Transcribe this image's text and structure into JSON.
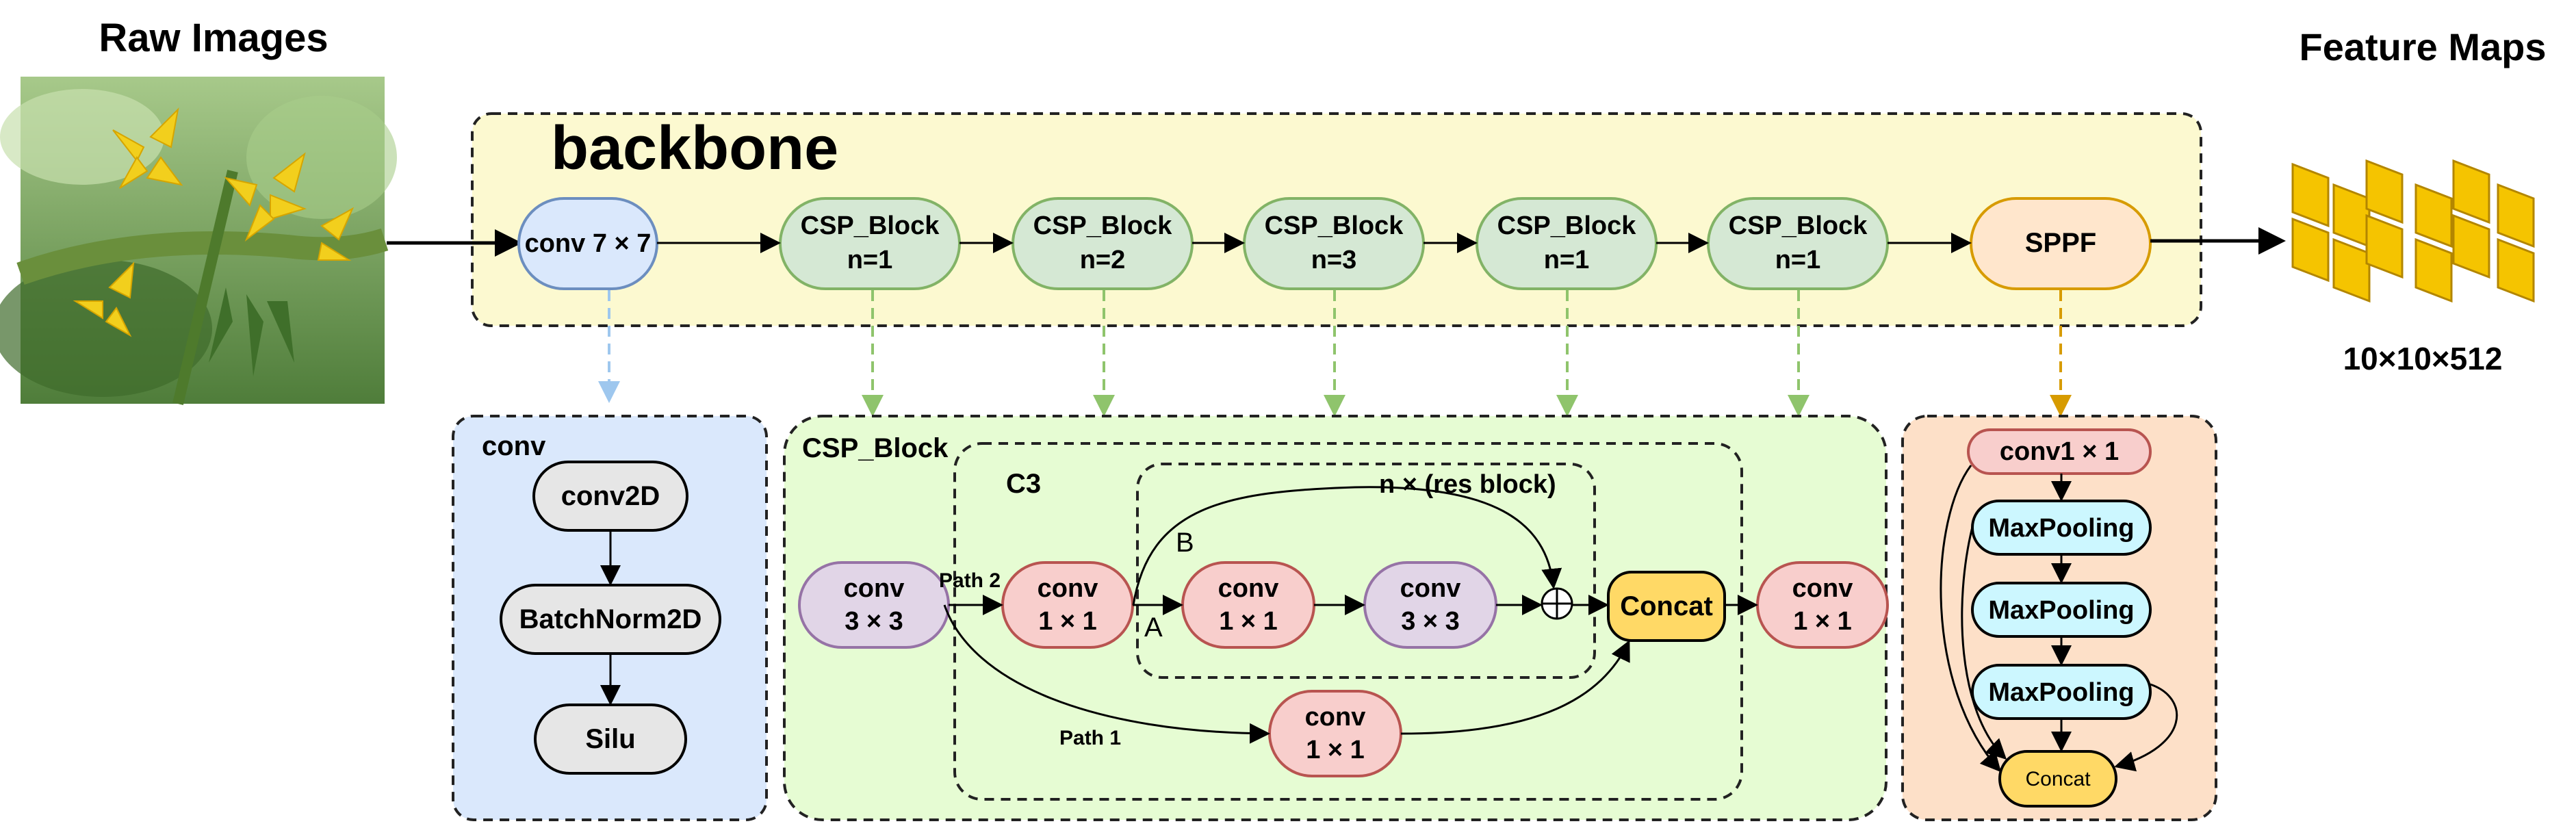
{
  "headings": {
    "raw_images": "Raw Images",
    "feature_maps": "Feature Maps",
    "feature_dims": "10×10×512"
  },
  "backbone": {
    "title": "backbone",
    "nodes": [
      {
        "l1": "conv 7 × 7",
        "l2": ""
      },
      {
        "l1": "CSP_Block",
        "l2": "n=1"
      },
      {
        "l1": "CSP_Block",
        "l2": "n=2"
      },
      {
        "l1": "CSP_Block",
        "l2": "n=3"
      },
      {
        "l1": "CSP_Block",
        "l2": "n=1"
      },
      {
        "l1": "CSP_Block",
        "l2": "n=1"
      },
      {
        "l1": "SPPF",
        "l2": ""
      }
    ]
  },
  "conv_panel": {
    "title": "conv",
    "nodes": [
      "conv2D",
      "BatchNorm2D",
      "Silu"
    ]
  },
  "csp_panel": {
    "title": "CSP_Block",
    "c3_title": "C3",
    "res_title": "n × (res block)",
    "conv_in": {
      "l1": "conv",
      "l2": "3 × 3"
    },
    "c3_conv_a": {
      "l1": "conv",
      "l2": "1 × 1"
    },
    "res_conv1": {
      "l1": "conv",
      "l2": "1 × 1"
    },
    "res_conv2": {
      "l1": "conv",
      "l2": "3 × 3"
    },
    "path1_conv": {
      "l1": "conv",
      "l2": "1 × 1"
    },
    "concat": "Concat",
    "conv_out": {
      "l1": "conv",
      "l2": "1 × 1"
    },
    "path1_label": "Path 1",
    "path2_label": "Path 2",
    "label_a": "A",
    "label_b": "B",
    "sum_symbol": "+"
  },
  "sppf_panel": {
    "conv": "conv1 × 1",
    "pools": [
      "MaxPooling",
      "MaxPooling",
      "MaxPooling"
    ],
    "concat": "Concat"
  },
  "colors": {
    "blue_node": "#dae8fc",
    "blue_stroke": "#6c8ebf",
    "green_node": "#d5e8d4",
    "green_stroke": "#82b366",
    "yellow_panel": "#fcf9d0",
    "orange_node": "#ffe6cc",
    "orange_stroke": "#d79b00",
    "conv_panel_bg": "#dae8fc",
    "csp_panel_bg": "#e6fcd3",
    "sppf_panel_bg": "#fde0c8",
    "purple_node": "#e1d5e7",
    "purple_stroke": "#9673a6",
    "red_node": "#f8cecc",
    "red_stroke": "#b85450",
    "cyan_node": "#ccf7ff",
    "concat_fill": "#ffd966",
    "gray_node": "#e6e6e6",
    "cube_fill": "#f5c400",
    "cube_stroke": "#c09000"
  }
}
